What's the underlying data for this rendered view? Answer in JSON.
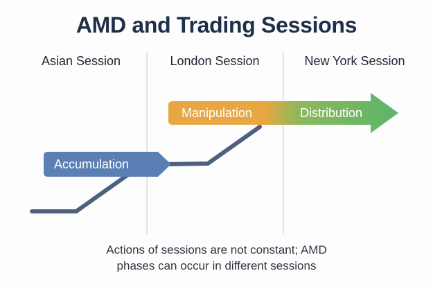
{
  "title": "AMD and Trading Sessions",
  "sessions": [
    {
      "label": "Asian Session"
    },
    {
      "label": "London Session"
    },
    {
      "label": "New York Session"
    }
  ],
  "phases": {
    "accumulation": "Accumulation",
    "manipulation": "Manipulation",
    "distribution": "Distribution"
  },
  "colors": {
    "accumulation": "#5a7fb4",
    "manipulation": "#e8a742",
    "distribution": "#5bb56a",
    "price_line": "#4c617d",
    "divider": "#d8dbe0",
    "title": "#1f2f4a"
  },
  "caption": {
    "line1": "Actions of sessions are not constant; AMD",
    "line2": "phases can occur in different sessions"
  }
}
